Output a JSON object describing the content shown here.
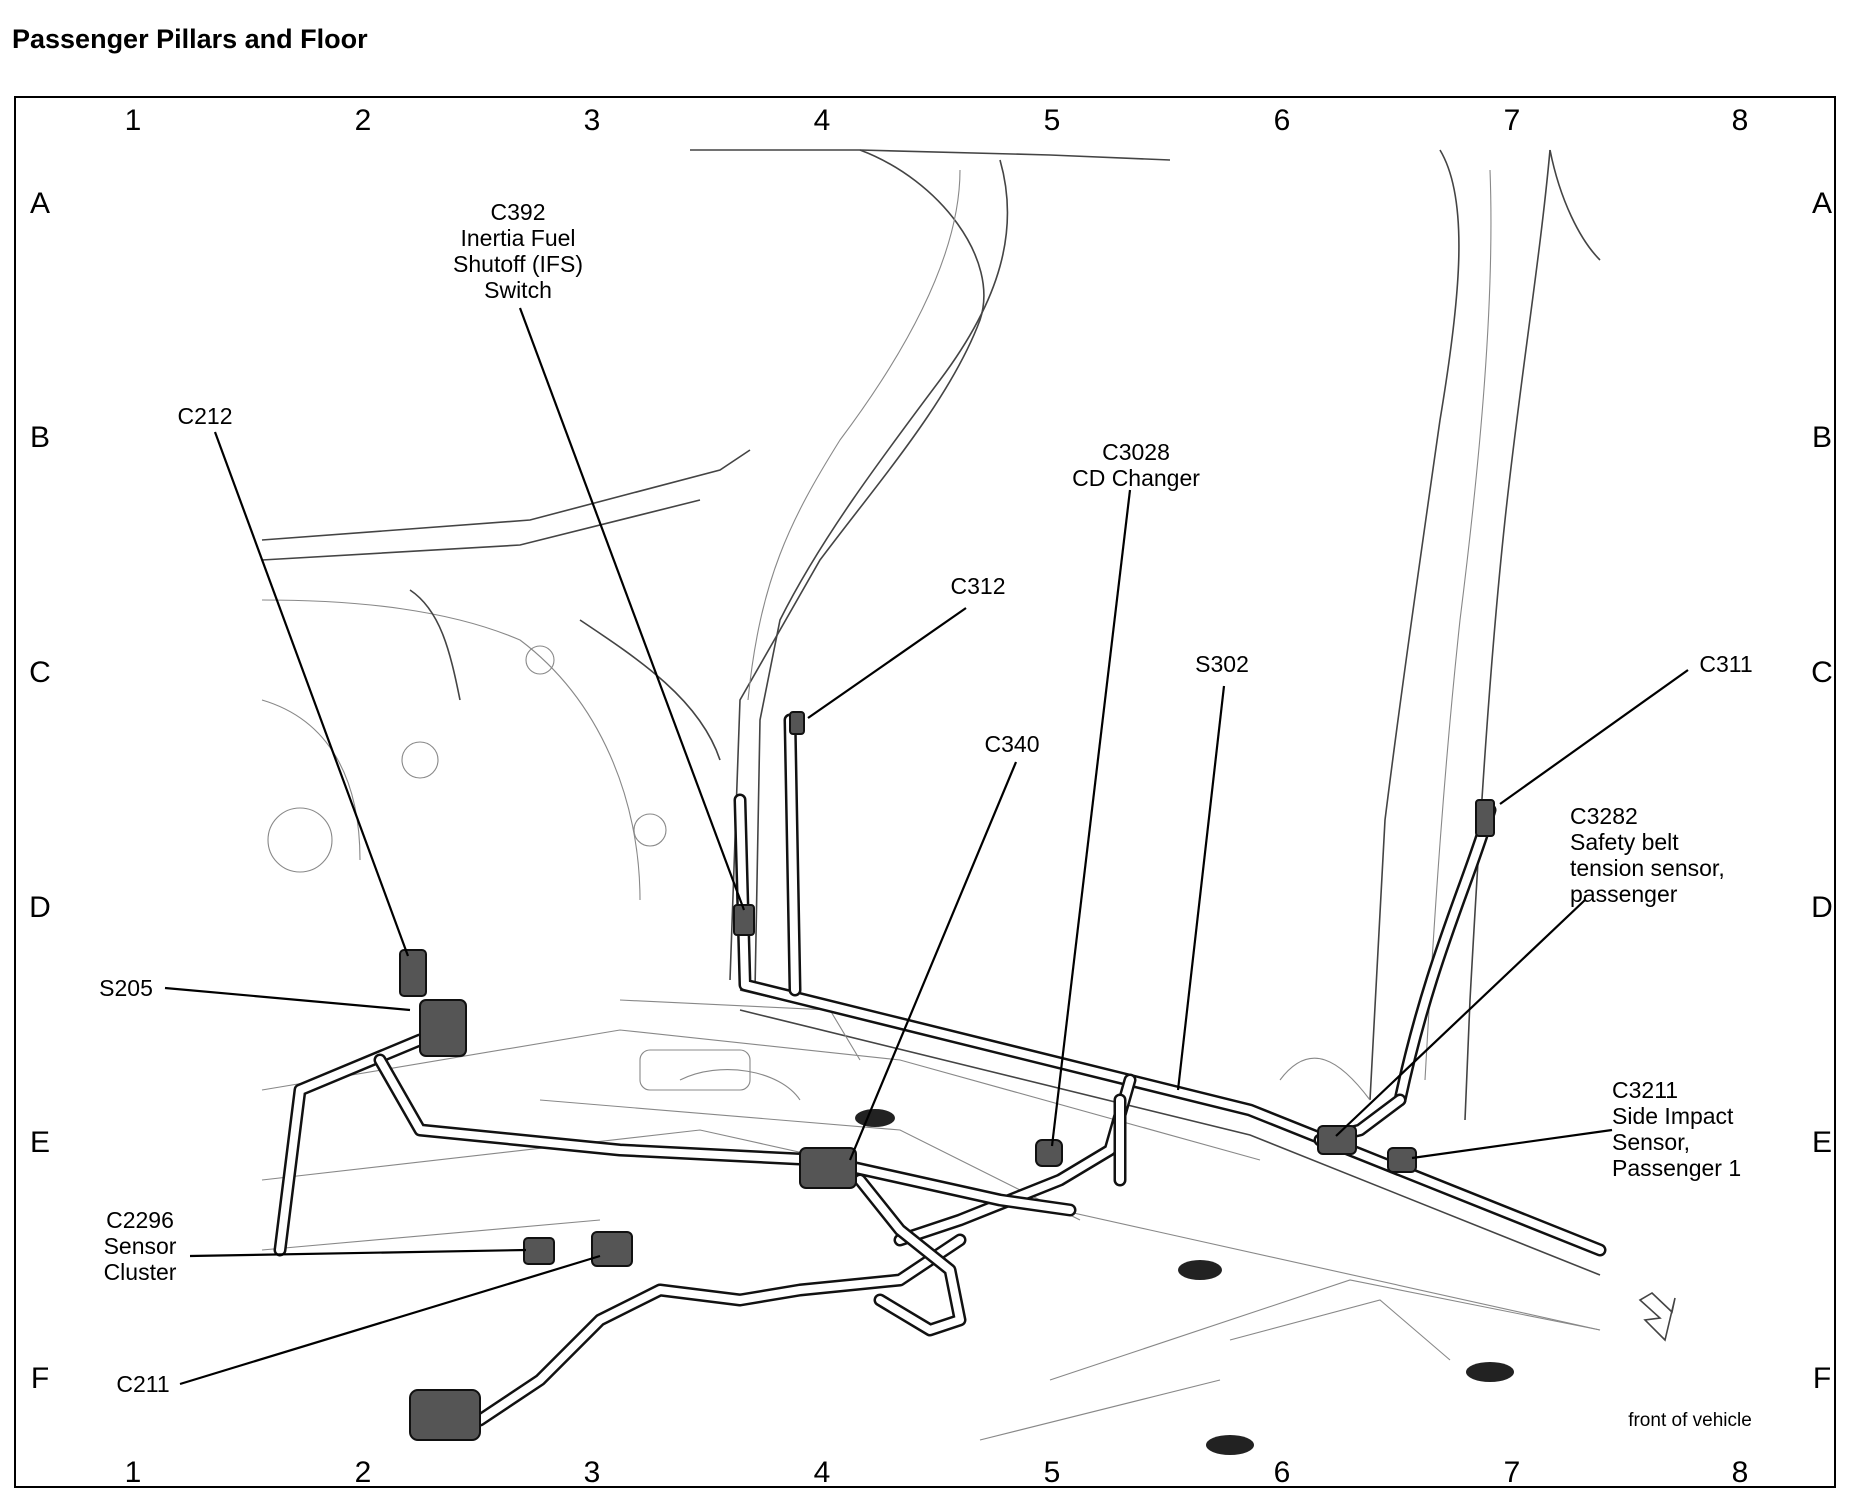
{
  "title": "Passenger Pillars and Floor",
  "grid": {
    "columns": [
      "1",
      "2",
      "3",
      "4",
      "5",
      "6",
      "7",
      "8"
    ],
    "rows": [
      "A",
      "B",
      "C",
      "D",
      "E",
      "F"
    ]
  },
  "callouts": {
    "c392": [
      "C392",
      "Inertia Fuel",
      "Shutoff (IFS)",
      "Switch"
    ],
    "c212": [
      "C212"
    ],
    "c3028": [
      "C3028",
      "CD Changer"
    ],
    "c312": [
      "C312"
    ],
    "s302": [
      "S302"
    ],
    "c311": [
      "C311"
    ],
    "c340": [
      "C340"
    ],
    "c3282": [
      "C3282",
      "Safety belt",
      "tension sensor,",
      "passenger"
    ],
    "s205": [
      "S205"
    ],
    "c3211": [
      "C3211",
      "Side Impact",
      "Sensor,",
      "Passenger 1"
    ],
    "c2296": [
      "C2296",
      "Sensor",
      "Cluster"
    ],
    "c211": [
      "C211"
    ]
  },
  "front_note": "front of vehicle"
}
